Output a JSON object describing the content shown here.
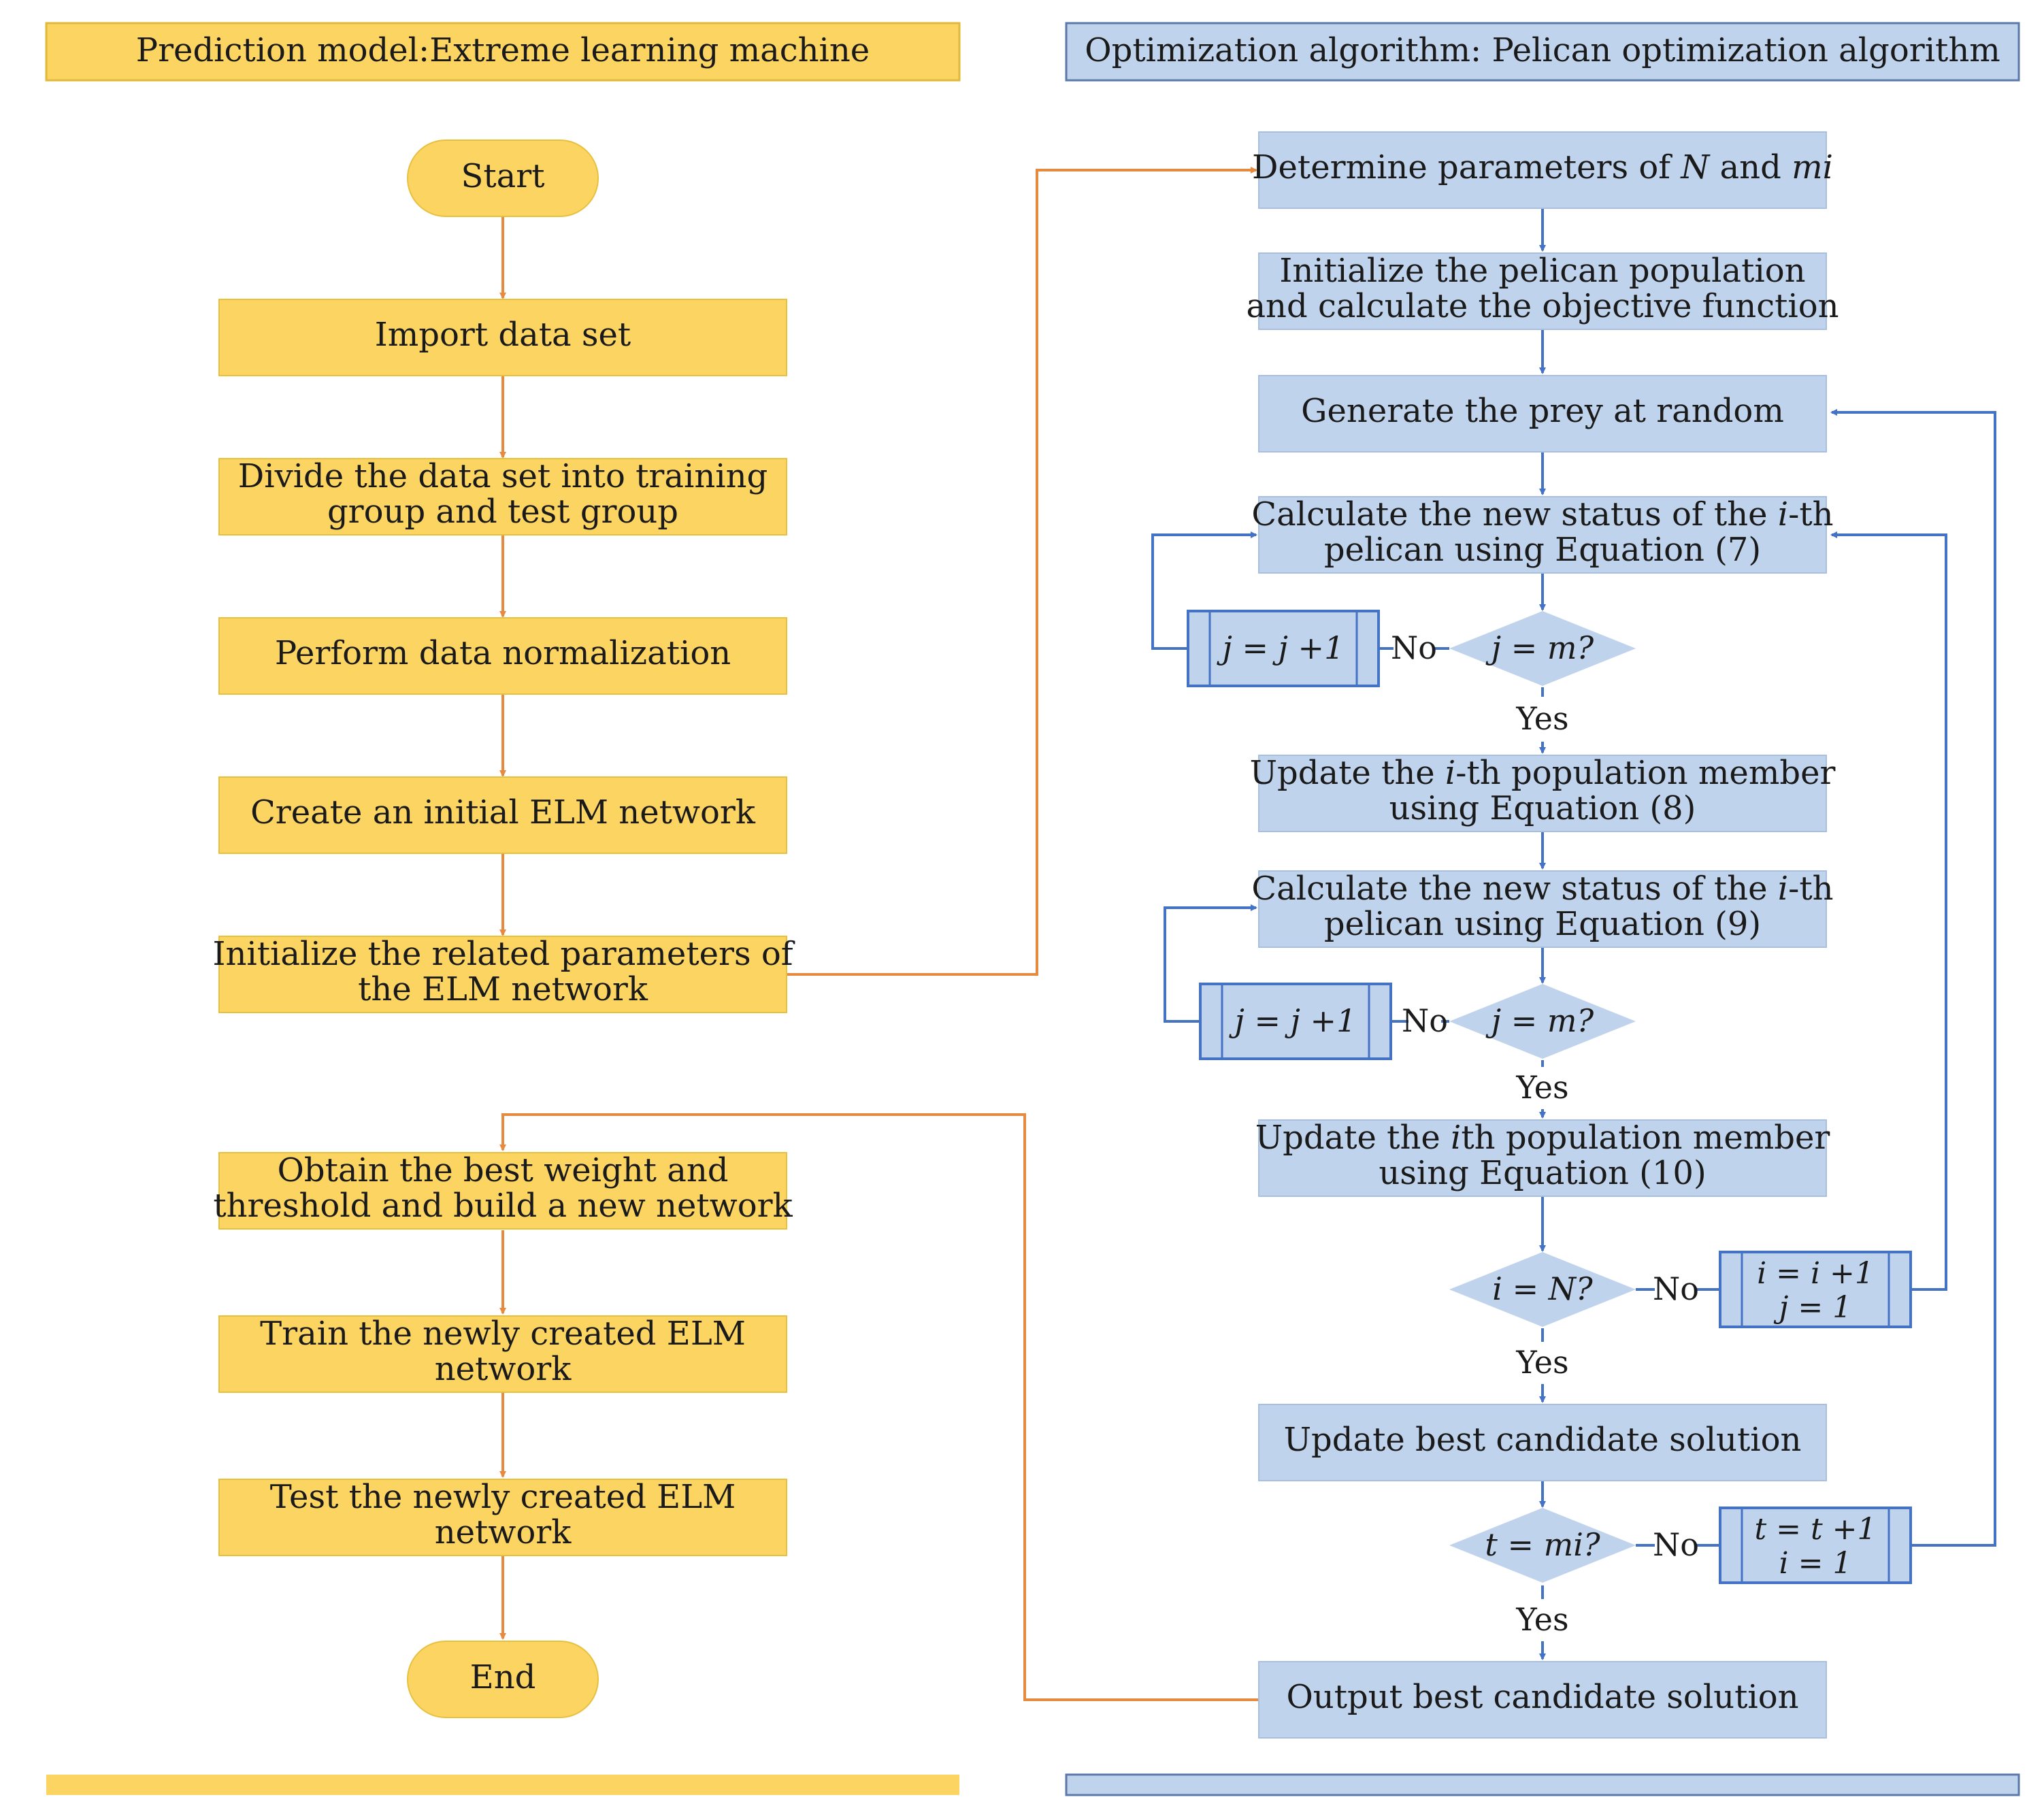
{
  "headers": {
    "left": "Prediction model:Extreme learning machine",
    "right": "Optimization algorithm: Pelican optimization algorithm"
  },
  "elm": {
    "start": "Start",
    "import": "Import data set",
    "divide": [
      "Divide the data set into training",
      "group and test group"
    ],
    "normalize": "Perform data normalization",
    "create": "Create an initial ELM network",
    "init": [
      "Initialize the related parameters of",
      "the ELM network"
    ],
    "obtain": [
      "Obtain the best weight and",
      "threshold and build a new network"
    ],
    "train": [
      "Train the newly created ELM",
      "network"
    ],
    "test": [
      "Test the newly created ELM",
      "network"
    ],
    "end": "End"
  },
  "poa": {
    "determine": {
      "pre": "Determine parameters of ",
      "v1": "N",
      "mid": " and ",
      "v2": "mi"
    },
    "initpop": [
      "Initialize the pelican population",
      "and calculate the objective function"
    ],
    "prey": "Generate the prey at random",
    "calc7": {
      "l1pre": "Calculate the new status of the ",
      "l1var": "i",
      "l1post": "-th",
      "l2": "pelican using Equation (7)"
    },
    "update8": {
      "pre": "Update the ",
      "var": "i",
      "post": "-th population member",
      "l2": "using Equation (8)"
    },
    "calc9": {
      "l1pre": "Calculate the new status of the ",
      "l1var": "i",
      "l1post": "-th",
      "l2": "pelican using Equation (9)"
    },
    "update10": {
      "pre": "Update the ",
      "var": "i",
      "post": "th population member",
      "l2": "using Equation (10)"
    },
    "best": "Update best candidate solution",
    "output": "Output best candidate solution"
  },
  "decisions": {
    "jm1": "j = m?",
    "jm2": "j = m?",
    "iN": "i = N?",
    "tmi": "t = mi?"
  },
  "process": {
    "j1": "j = j +1",
    "j2": "j = j +1",
    "i_a": "i = i +1",
    "i_b": "j = 1",
    "t_a": "t = t +1",
    "t_b": "i = 1"
  },
  "labels": {
    "no": "No",
    "yes": "Yes"
  },
  "colors": {
    "yellow": "#fcd462",
    "blue": "#c0d3ec",
    "orange_line": "#e68a40",
    "blue_line": "#4472c4"
  }
}
